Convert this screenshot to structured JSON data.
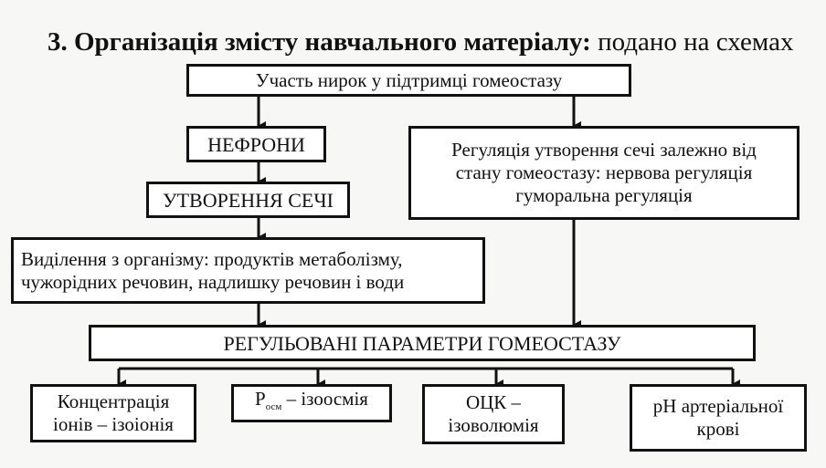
{
  "heading": {
    "bold": "3. Організація змісту навчального матеріалу:",
    "normal": " подано на схемах"
  },
  "nodes": {
    "root": "Участь нирок у підтримці гомеостазу",
    "nephrons": "НЕФРОНИ",
    "urine_formation": "УТВОРЕННЯ СЕЧІ",
    "excretion_line1": "Виділення з організму: продуктів метаболізму,",
    "excretion_line2": "чужорідних речовин, надлишку речовин і води",
    "regulation_line1": "Регуляція утворення сечі залежно від",
    "regulation_line2": "стану гомеостазу: нервова регуляція",
    "regulation_line3": "гуморальна регуляція",
    "parameters": "РЕГУЛЬОВАНІ ПАРАМЕТРИ ГОМЕОСТАЗУ",
    "ion_line1": "Концентрація",
    "ion_line2": "іонів – ізоіонія",
    "osm_p": "Р",
    "osm_sub": "осм",
    "osm_rest": " – ізоосмія",
    "bcv_line1": "ОЦК –",
    "bcv_line2": "ізоволюмія",
    "ph_line1": "рН артеріальної",
    "ph_line2": "крові"
  }
}
